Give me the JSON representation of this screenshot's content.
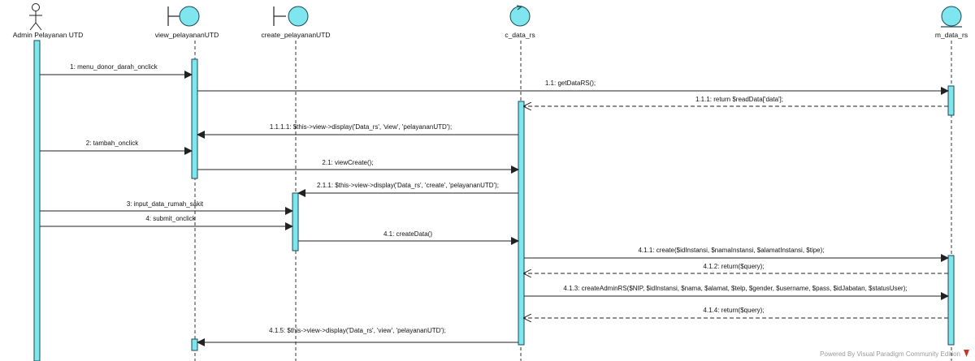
{
  "lifelines": [
    {
      "id": "actor",
      "kind": "actor",
      "label": "Admin Pelayanan UTD"
    },
    {
      "id": "view",
      "kind": "boundary",
      "label": "view_pelayananUTD"
    },
    {
      "id": "create",
      "kind": "boundary",
      "label": "create_pelayananUTD"
    },
    {
      "id": "ctrl",
      "kind": "control",
      "label": "c_data_rs"
    },
    {
      "id": "model",
      "kind": "entity",
      "label": "m_data_rs"
    }
  ],
  "messages": [
    {
      "label": "1: menu_donor_darah_onclick"
    },
    {
      "label": "1.1: getDataRS();"
    },
    {
      "label": "1.1.1: return $readData['data'];"
    },
    {
      "label": "1.1.1.1: $this->view->display('Data_rs', 'view', 'pelayananUTD');"
    },
    {
      "label": "2: tambah_onclick"
    },
    {
      "label": "2.1: viewCreate();"
    },
    {
      "label": "2.1.1: $this->view->display('Data_rs', 'create', 'pelayananUTD');"
    },
    {
      "label": "3: input_data_rumah_sakit"
    },
    {
      "label": "4: submit_onclick"
    },
    {
      "label": "4.1: createData()"
    },
    {
      "label": "4.1.1: create($idInstansi, $namaInstansi, $alamatInstansi, $tipe);"
    },
    {
      "label": "4.1.2: return($query);"
    },
    {
      "label": "4.1.3: createAdminRS($NIP, $idInstansi, $nama, $alamat, $telp, $gender, $username, $pass, $idJabatan, $statusUser);"
    },
    {
      "label": "4.1.4: return($query);"
    },
    {
      "label": "4.1.5: $this->view->display('Data_rs', 'view', 'pelayananUTD');"
    }
  ],
  "footer": {
    "text": "Powered By  Visual Paradigm Community Edition"
  },
  "colors": {
    "fill": "#7fe6f0",
    "stroke": "#1a4a55",
    "line": "#333333"
  }
}
